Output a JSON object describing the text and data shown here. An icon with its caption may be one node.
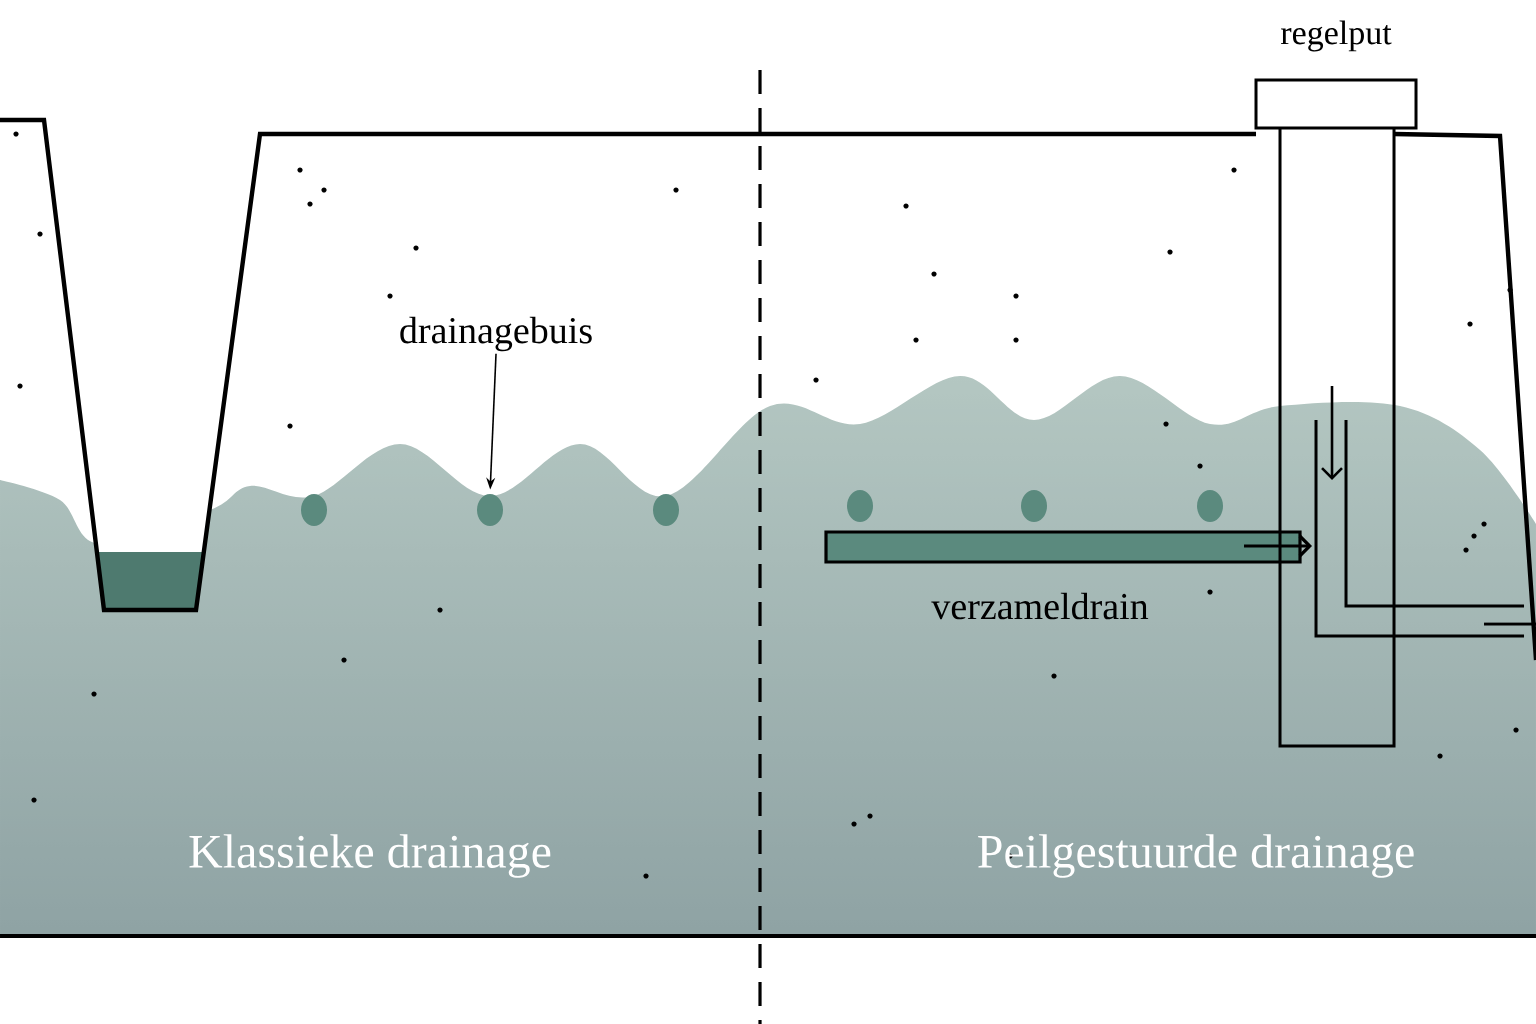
{
  "diagram": {
    "nodes": [
      {
        "text": [
          "drainagebuis"
        ]
      },
      {
        "text": [],
        "shape": "circle"
      }
    ],
    "edges": [
      {
        "from": 0,
        "to": 1,
        "arrow": "to"
      }
    ],
    "labels": [
      "regelput",
      "verzameldrain",
      "Klassieke drainage",
      "Peilgestuurde drainage"
    ]
  }
}
